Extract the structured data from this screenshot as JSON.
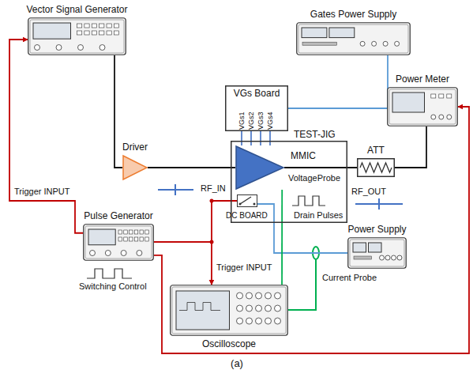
{
  "diagram": {
    "caption": "(a)",
    "nodes": [
      {
        "text": [
          "Gates Power Supply"
        ]
      },
      {
        "text": [
          "VGs Board"
        ]
      },
      {
        "text": [
          "Vector Signal Generator"
        ]
      },
      {
        "text": [
          "Driver"
        ]
      },
      {
        "text": [
          "TEST-JIG"
        ]
      },
      {
        "text": [
          "MMIC"
        ],
        "in": 4
      },
      {
        "text": [
          "DC BOARD"
        ],
        "in": 4
      },
      {
        "text": [
          "Power Meter"
        ]
      },
      {
        "text": [
          "ATT"
        ]
      },
      {
        "text": [
          "Pulse Generator"
        ]
      },
      {
        "text": [
          "Power Supply"
        ]
      },
      {
        "text": [
          "Oscilloscope"
        ]
      }
    ],
    "edges": [
      {
        "from": 0,
        "to": 1,
        "arrow": "none"
      },
      {
        "from": 1,
        "to": 5,
        "arrow": "none"
      },
      {
        "from": 1,
        "to": 5,
        "arrow": "none"
      },
      {
        "from": 1,
        "to": 5,
        "arrow": "none"
      },
      {
        "from": 1,
        "to": 5,
        "arrow": "none"
      },
      {
        "from": 2,
        "to": 3,
        "arrow": "none"
      },
      {
        "from": 3,
        "to": 5,
        "arrow": "none"
      },
      {
        "from": 5,
        "to": 8,
        "arrow": "none"
      },
      {
        "from": 8,
        "to": 7,
        "arrow": "none"
      },
      {
        "from": 9,
        "to": 2,
        "arrow": "to"
      },
      {
        "from": 9,
        "to": 6,
        "arrow": "none"
      },
      {
        "from": 9,
        "to": 11,
        "arrow": "to"
      },
      {
        "from": 9,
        "to": 7,
        "arrow": "to"
      },
      {
        "from": 10,
        "to": 6,
        "arrow": "none"
      },
      {
        "from": 5,
        "to": 11,
        "arrow": "none"
      }
    ],
    "labels": [
      "VGs1",
      "VGs2",
      "VGs3",
      "VGs4",
      "Trigger INPUT",
      "RF_IN",
      "VoltageProbe",
      "RF_OUT",
      "Drain Pulses",
      "Switching Control",
      "Trigger INPUT",
      "Current Probe"
    ]
  }
}
